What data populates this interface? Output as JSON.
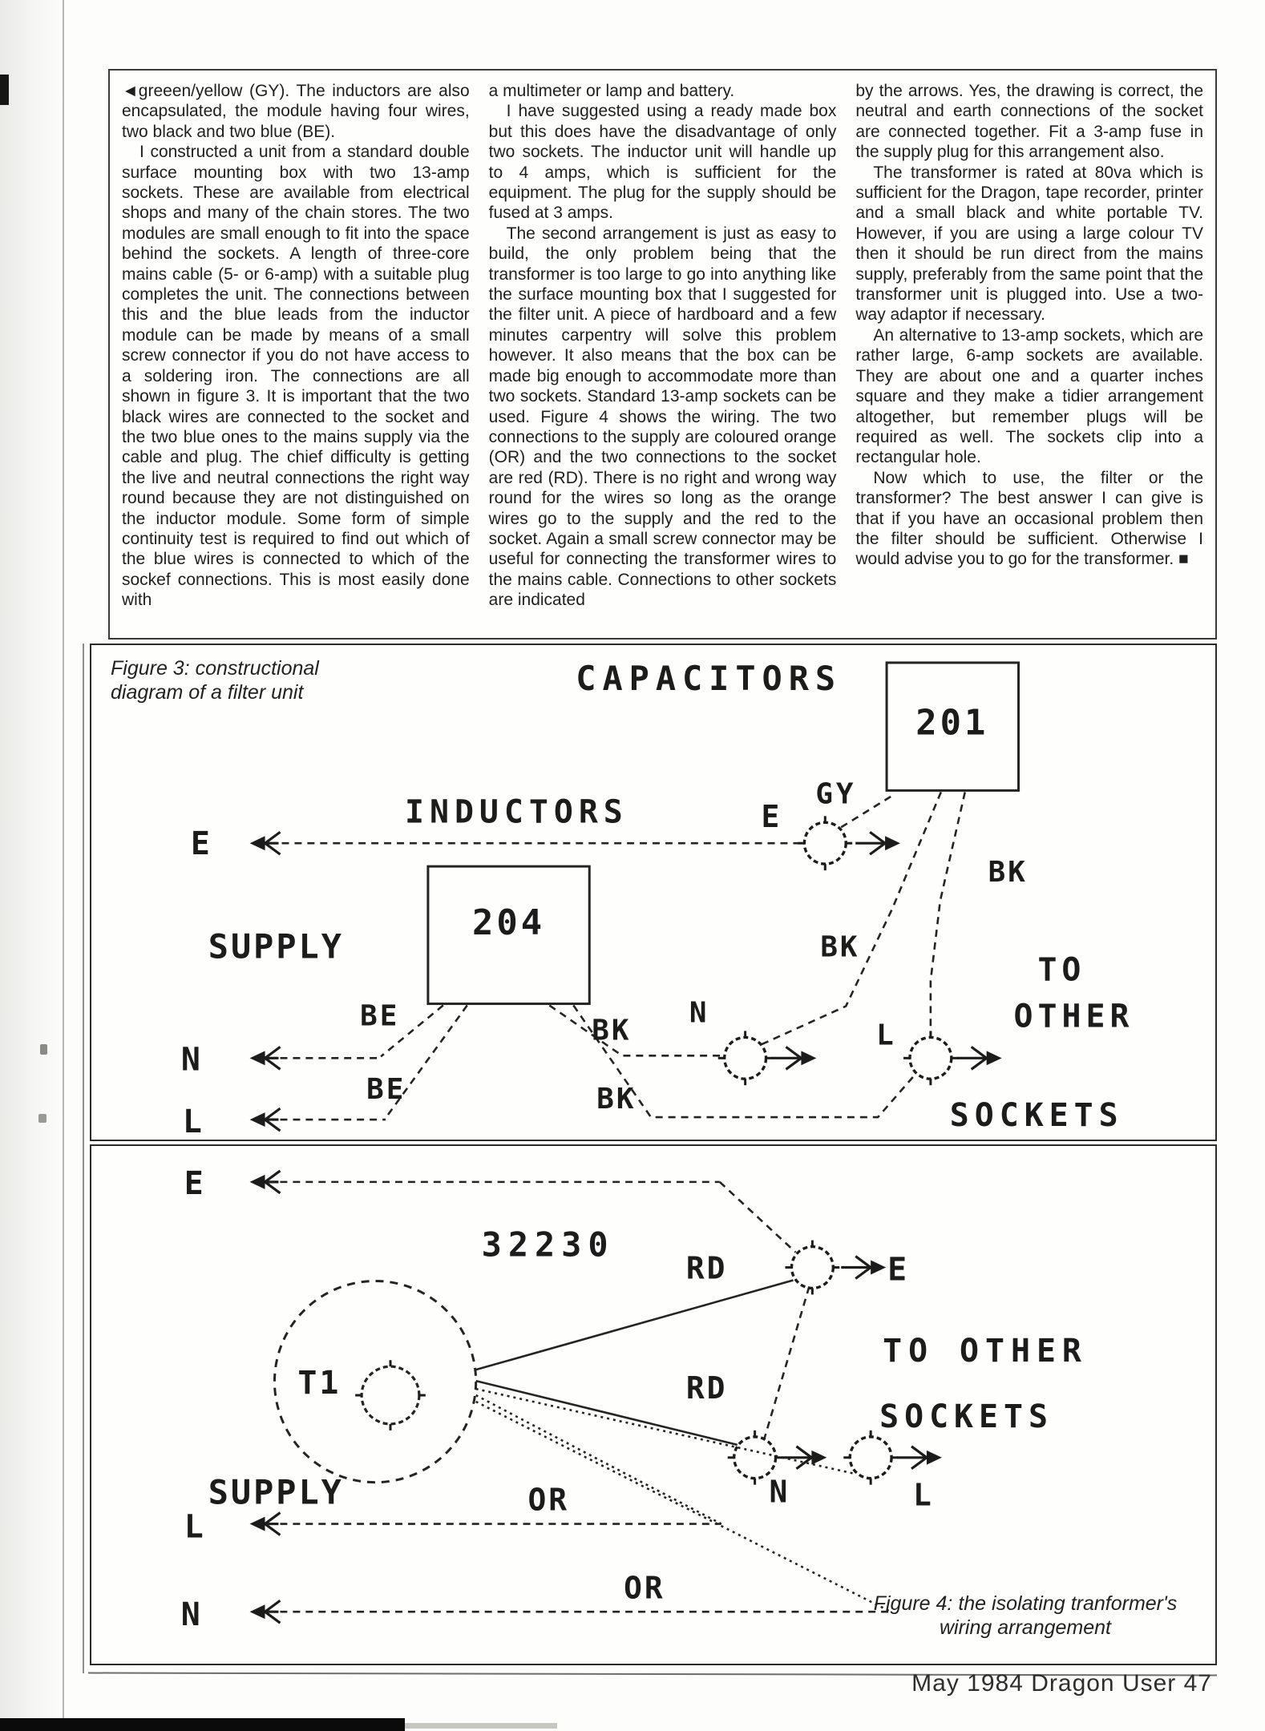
{
  "page": {
    "footer": "May 1984 Dragon User  47",
    "paper_color": "#fdfdfc",
    "ink_color": "#1c1c1c"
  },
  "article": {
    "columns": [
      {
        "paragraphs": [
          {
            "text": "◄greeen/yellow (GY). The inductors are also encapsulated, the module having four wires, two black and two blue (BE)."
          },
          {
            "text": "I constructed a unit from a standard double surface mounting box with two 13-amp sockets. These are available from electrical shops and many of the chain stores. The two modules are small enough to fit into the space behind the sockets. A length of three-core mains cable (5- or 6-amp) with a suitable plug completes the unit. The connections between this and the blue leads from the inductor module can be made by means of a small screw connector if you do not have access to a soldering iron. The connections are all shown in figure 3. It is important that the two black wires are connected to the socket and the two blue ones to the mains supply via the cable and plug. The chief difficulty is getting the live and neutral connections the right way round because they are not distinguished on the inductor module. Some form of simple continuity test is required to find out which of the blue wires is connected to which of the sockef connections. This is most easily done with"
          }
        ]
      },
      {
        "paragraphs": [
          {
            "text": "a multimeter or lamp and battery."
          },
          {
            "text": "I have suggested using a ready made box but this does have the disadvantage of only two sockets. The inductor unit will handle up to 4 amps, which is sufficient for the equipment. The plug for the supply should be fused at 3 amps."
          },
          {
            "text": "The second arrangement is just as easy to build, the only problem being that the transformer is too large to go into anything like the surface mounting box that I suggested for the filter unit. A piece of hardboard and a few minutes carpentry will solve this problem however. It also means that the box can be made big enough to accommodate more than two sockets. Standard 13-amp sockets can be used. Figure 4 shows the wiring. The two connections to the supply are coloured orange (OR) and the two connections to the socket are red (RD). There is no right and wrong way round for the wires so long as the orange wires go to the supply and the red to the socket. Again a small screw connector may be useful for connecting the transformer wires to the mains cable. Connections to other sockets are indicated"
          }
        ]
      },
      {
        "paragraphs": [
          {
            "text": "by the arrows. Yes, the drawing is correct, the neutral and earth connections of the socket are connected together. Fit a 3-amp fuse in the supply plug for this arrangement also."
          },
          {
            "text": "The transformer is rated at 80va which is sufficient for the Dragon, tape recorder, printer and a small black and white portable TV. However, if you are using a large colour TV then it should be run direct from the mains supply, preferably from the same point that the transformer unit is plugged into. Use a two-way adaptor if necessary."
          },
          {
            "text": "An alternative to 13-amp sockets, which are rather large, 6-amp sockets are available. They are about one and a quarter inches square and they make a tidier arrangement altogether, but remember plugs will be required as well. The sockets clip into a rectangular hole."
          },
          {
            "text": "Now which to use, the filter or the transformer? The best answer I can give is that if you have an occasional problem then the filter should be sufficient. Otherwise I would advise you to go for the transformer. ■"
          }
        ]
      }
    ]
  },
  "figure3": {
    "caption_line1": "Figure 3: constructional",
    "caption_line2": "diagram of a filter unit",
    "labels": {
      "capacitors": "CAPACITORS",
      "box201": "201",
      "gy": "GY",
      "e_right": "E",
      "inductors": "INDUCTORS",
      "e_left": "E",
      "box204": "204",
      "supply": "SUPPLY",
      "be_top": "BE",
      "be_bottom": "BE",
      "bk_top_right": "BK",
      "bk_mid": "BK",
      "bk_upper": "BK",
      "bk_lower": "BK",
      "n_left": "N",
      "l_left": "L",
      "n_socket": "N",
      "l_socket": "L",
      "to": "TO",
      "other": "OTHER",
      "sockets": "SOCKETS"
    }
  },
  "figure4": {
    "caption_line1": "Figure 4: the isolating tranformer's",
    "caption_line2": "wiring arrangement",
    "labels": {
      "e_left": "E",
      "number": "32230",
      "t1": "T1",
      "rd_top": "RD",
      "rd_bottom": "RD",
      "supply": "SUPPLY",
      "l_left": "L",
      "n_left": "N",
      "or_top": "OR",
      "or_bottom": "OR",
      "e_right": "E",
      "to_other": "TO OTHER",
      "sockets": "SOCKETS",
      "n_socket": "N",
      "l_socket": "L"
    }
  }
}
